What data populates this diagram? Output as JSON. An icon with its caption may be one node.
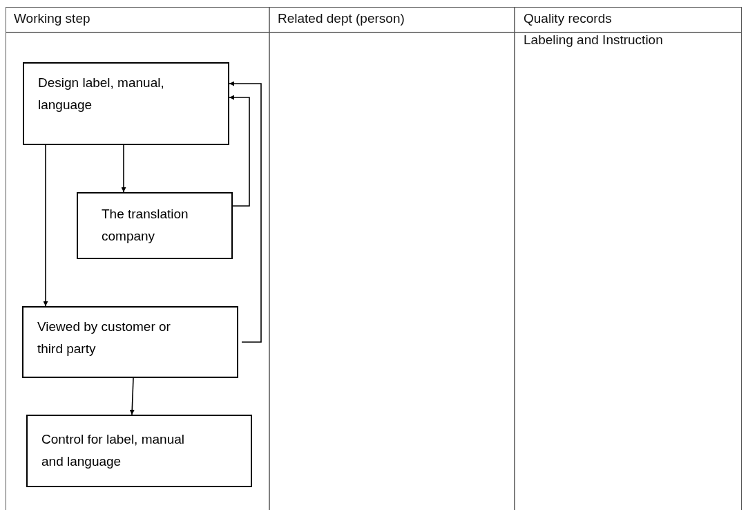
{
  "diagram": {
    "nodes": [
      {
        "text": [
          "Design label, manual, language"
        ]
      },
      {
        "text": [
          "The translation company"
        ]
      },
      {
        "text": [
          "Viewed by customer or third party"
        ]
      },
      {
        "text": [
          "Control for label, manual and language"
        ]
      }
    ],
    "edges": [
      {
        "from": 0,
        "to": 1,
        "arrow": "to"
      },
      {
        "from": 0,
        "to": 2,
        "arrow": "to"
      },
      {
        "from": 1,
        "to": 0,
        "arrow": "to"
      },
      {
        "from": 2,
        "to": 0,
        "arrow": "to"
      },
      {
        "from": 2,
        "to": 3,
        "arrow": "to"
      }
    ],
    "labels": [
      "Working step",
      "Related dept (person)",
      "Quality records",
      "Labeling and Instruction"
    ]
  }
}
